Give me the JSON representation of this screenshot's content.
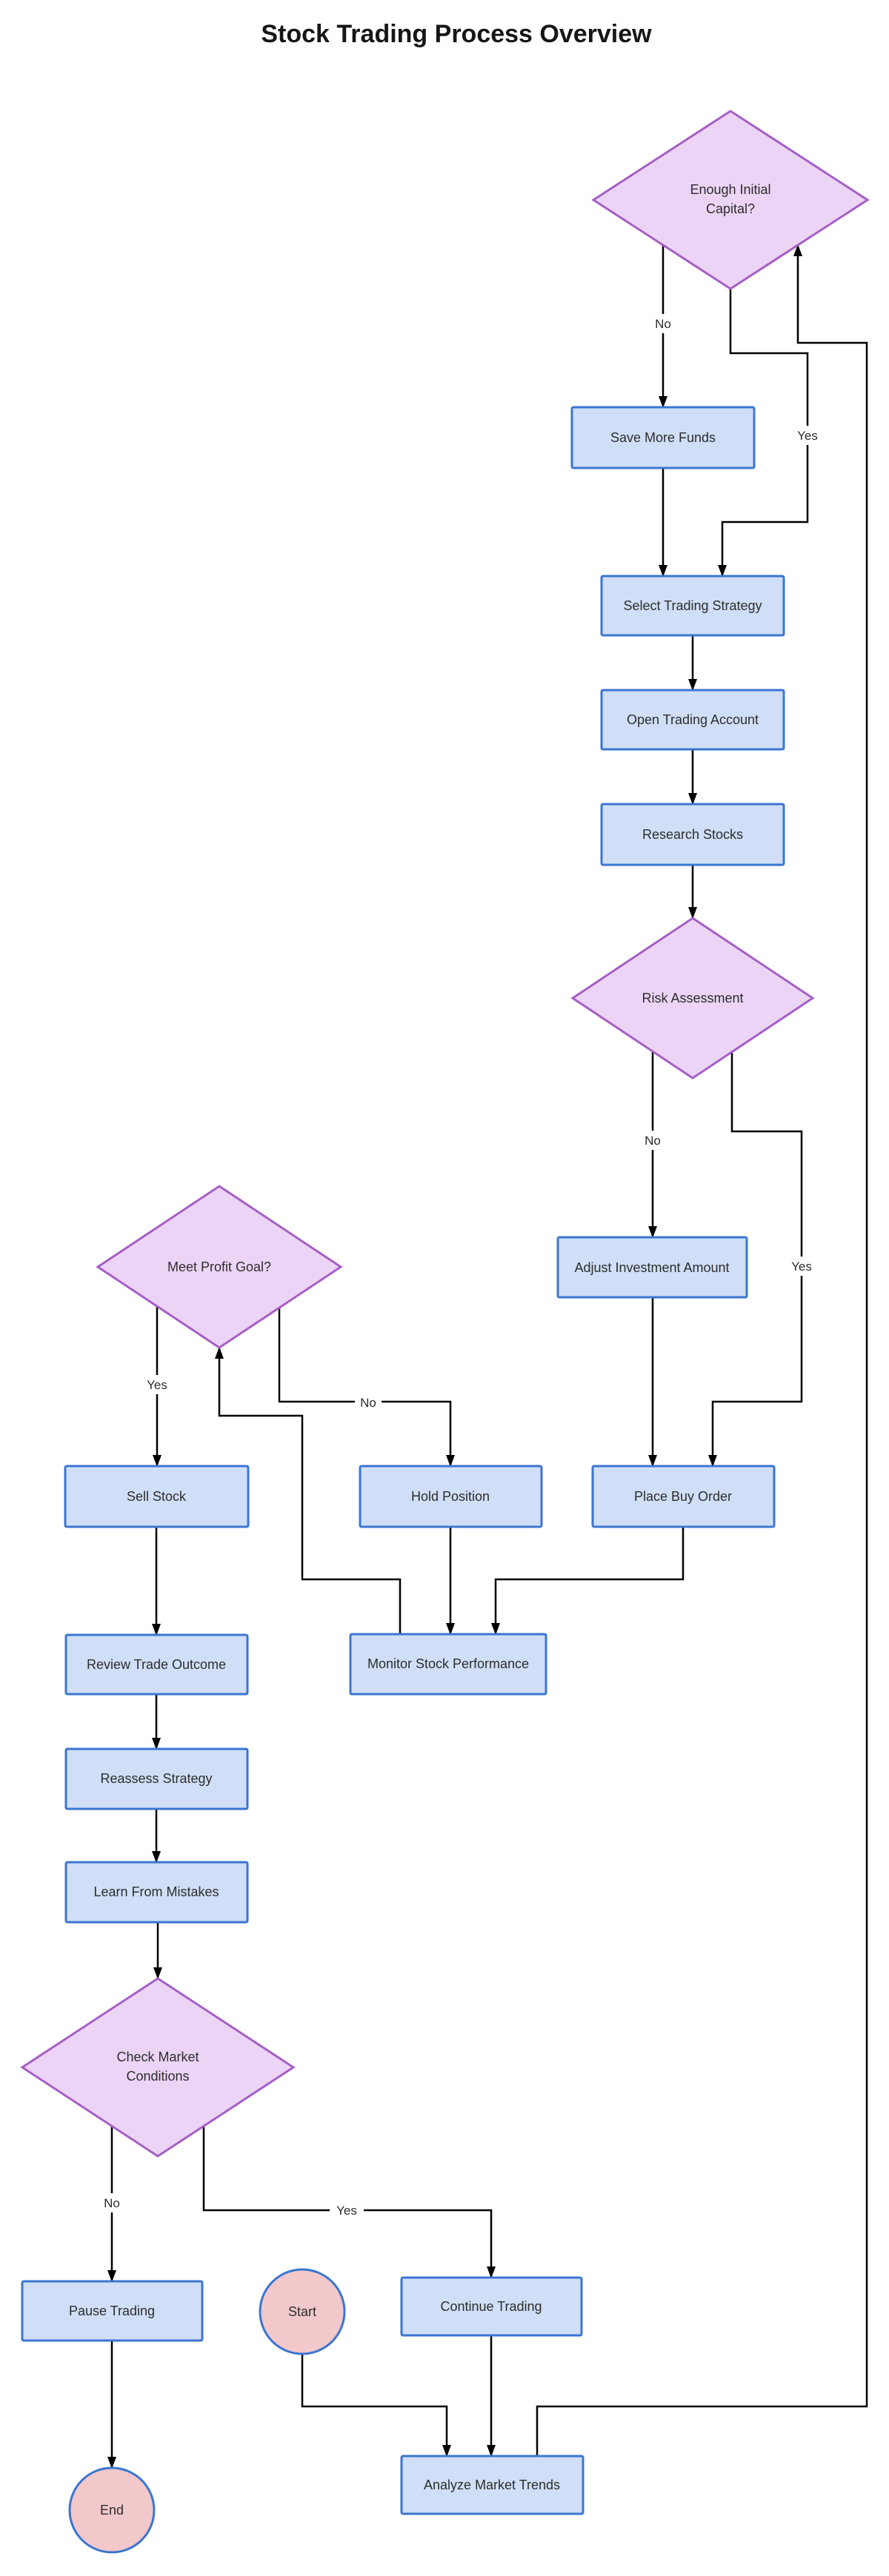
{
  "title": "Stock Trading Process Overview",
  "labels": {
    "yes": "Yes",
    "no": "No"
  },
  "nodes": {
    "save_more_funds": "Save More Funds",
    "select_trading_strategy": "Select Trading Strategy",
    "open_trading_account": "Open Trading Account",
    "research_stocks": "Research Stocks",
    "adjust_investment_amount": "Adjust Investment Amount",
    "place_buy_order": "Place Buy Order",
    "hold_position": "Hold Position",
    "monitor_stock_performance": "Monitor Stock Performance",
    "sell_stock": "Sell Stock",
    "review_trade_outcome": "Review Trade Outcome",
    "reassess_strategy": "Reassess Strategy",
    "learn_from_mistakes": "Learn From Mistakes",
    "pause_trading": "Pause Trading",
    "continue_trading": "Continue Trading",
    "analyze_market_trends": "Analyze Market Trends"
  },
  "decisions": {
    "enough_initial_capital": {
      "line1": "Enough Initial",
      "line2": "Capital?"
    },
    "risk_assessment": {
      "line1": "Risk Assessment"
    },
    "meet_profit_goal": {
      "line1": "Meet Profit Goal?"
    },
    "check_market_conditions": {
      "line1": "Check Market",
      "line2": "Conditions"
    }
  },
  "terminals": {
    "start": "Start",
    "end": "End"
  },
  "colors": {
    "process_fill": "#d0dff7",
    "process_stroke": "#3b76d1",
    "decision_fill": "#ecd4f6",
    "decision_stroke": "#a55fc5",
    "terminal_fill": "#f2c8ca",
    "terminal_stroke": "#3b76d1",
    "edge": "#000000",
    "text": "#2d2d2d"
  }
}
